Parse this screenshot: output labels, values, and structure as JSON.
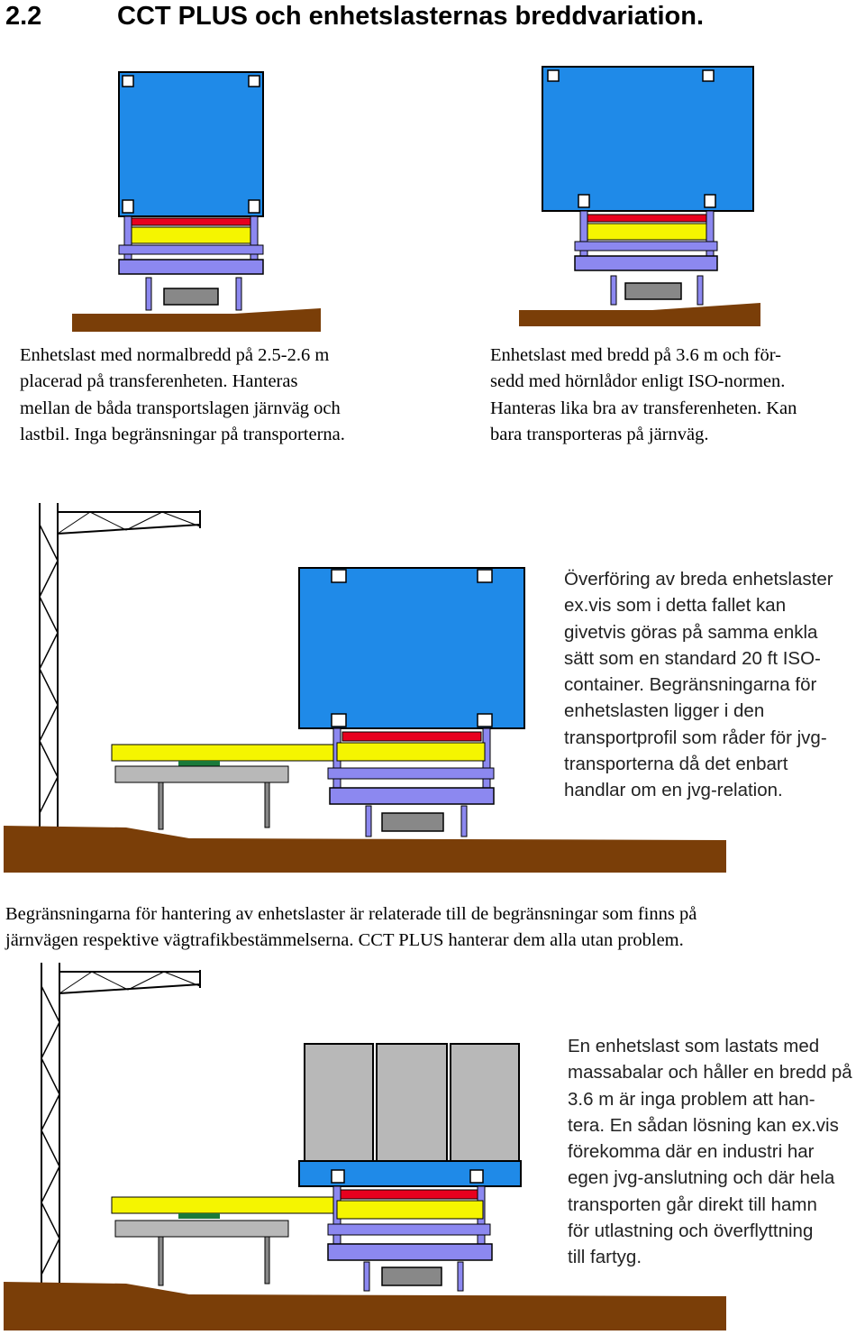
{
  "section": {
    "number": "2.2",
    "title": "CCT PLUS och enhetslasternas breddvariation."
  },
  "captions": {
    "normal_width": [
      "Enhetslast med normalbredd på 2.5-2.6 m",
      "placerad på transferenheten. Hanteras",
      "mellan de båda transportslagen järnväg och",
      "lastbil. Inga begränsningar på transporterna."
    ],
    "wide_width": [
      "Enhetslast med bredd på 3.6 m och för-",
      "sedd med hörnlådor enligt ISO-normen.",
      "Hanteras lika bra av transferenheten. Kan",
      "bara transporteras på järnväg."
    ],
    "transfer": [
      "Överföring av breda enhetslaster",
      "ex.vis som i detta fallet kan",
      "givetvis göras på samma enkla",
      "sätt som en standard 20 ft ISO-",
      "container. Begränsningarna för",
      "enhetslasten ligger i den",
      "transportprofil som råder för jvg-",
      "transporterna då det enbart",
      "handlar om en jvg-relation."
    ],
    "limitations": [
      "Begränsningarna för hantering av enhetslaster är relaterade till de begränsningar som finns på",
      "järnvägen respektive vägtrafikbestämmelserna. CCT PLUS hanterar dem alla utan problem."
    ],
    "pulp_bales": [
      "En enhetslast som lastats med",
      "massabalar och håller en bredd på",
      "3.6 m är inga problem att han-",
      "tera. En sådan lösning kan ex.vis",
      "förekomma där en industri har",
      "egen jvg-anslutning och där hela",
      "transporten går direkt till hamn",
      "för utlastning och överflyttning",
      "till fartyg."
    ]
  },
  "colors": {
    "container_blue": "#1f8ae8",
    "frame_violet": "#8c88f0",
    "beam_yellow": "#f5f500",
    "beam_red": "#e8001e",
    "ground_brown": "#7a3e08",
    "bale_gray": "#b8b8b8",
    "steel_gray": "#888888"
  }
}
